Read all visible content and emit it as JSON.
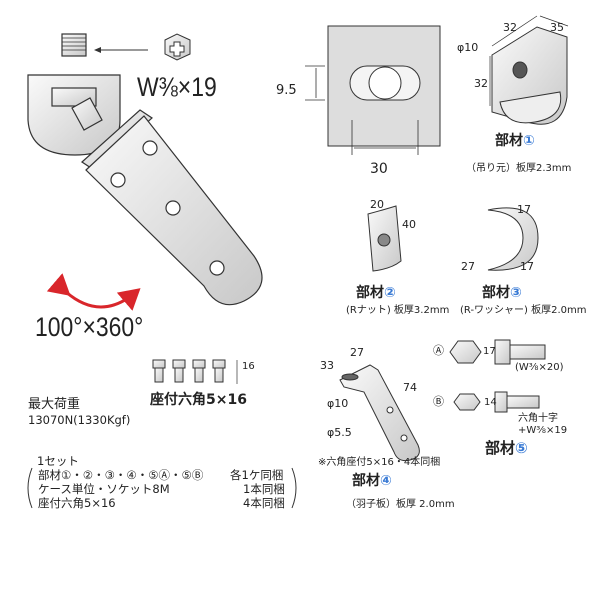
{
  "main_bolt_label": "W⅜×19",
  "rotation_label": "100°×360°",
  "slot": {
    "height_dim": "9.5",
    "width_dim": "30"
  },
  "part1": {
    "dim_width": "32",
    "dim_depth": "35",
    "dim_hole": "φ10",
    "dim_height": "32",
    "title": "部材",
    "number": "①",
    "spec": "（吊り元）板厚2.3mm"
  },
  "part2": {
    "dim_width": "20",
    "dim_height": "40",
    "title": "部材",
    "number": "②",
    "spec": "(Rナット) 板厚3.2mm"
  },
  "part3": {
    "dim_top": "17",
    "dim_side": "27",
    "dim_bottom": "17",
    "title": "部材",
    "number": "③",
    "spec": "(R-ワッシャー) 板厚2.0mm"
  },
  "screws": {
    "dim_length": "16",
    "label": "座付六角5×16"
  },
  "max_load": {
    "title": "最大荷重",
    "value": "13070N(1330Kgf)"
  },
  "set": {
    "heading": "1セット",
    "rows": [
      {
        "item": "部材①・②・③・④・⑤Ⓐ・⑤Ⓑ",
        "qty": "各1ケ同梱"
      },
      {
        "item": "ケース単位・ソケット8M",
        "qty": "1本同梱"
      },
      {
        "item": "座付六角5×16",
        "qty": "4本同梱"
      }
    ]
  },
  "part4": {
    "dim_a": "33",
    "dim_b": "27",
    "dim_length": "74",
    "dim_hole_large": "φ10",
    "dim_hole_small": "φ5.5",
    "note": "※六角座付5×16・4本同梱",
    "title": "部材",
    "number": "④",
    "spec": "（羽子板）板厚 2.0mm"
  },
  "part5": {
    "bolt_a": {
      "marker": "Ⓐ",
      "dim": "17",
      "spec": "(W⅜×20)"
    },
    "bolt_b": {
      "marker": "Ⓑ",
      "dim": "14",
      "spec_line1": "六角十字",
      "spec_line2": "+W⅜×19"
    },
    "title": "部材",
    "number": "⑤"
  },
  "colors": {
    "accent_arrow": "#d9262b",
    "part_number": "#3a7bd5"
  }
}
